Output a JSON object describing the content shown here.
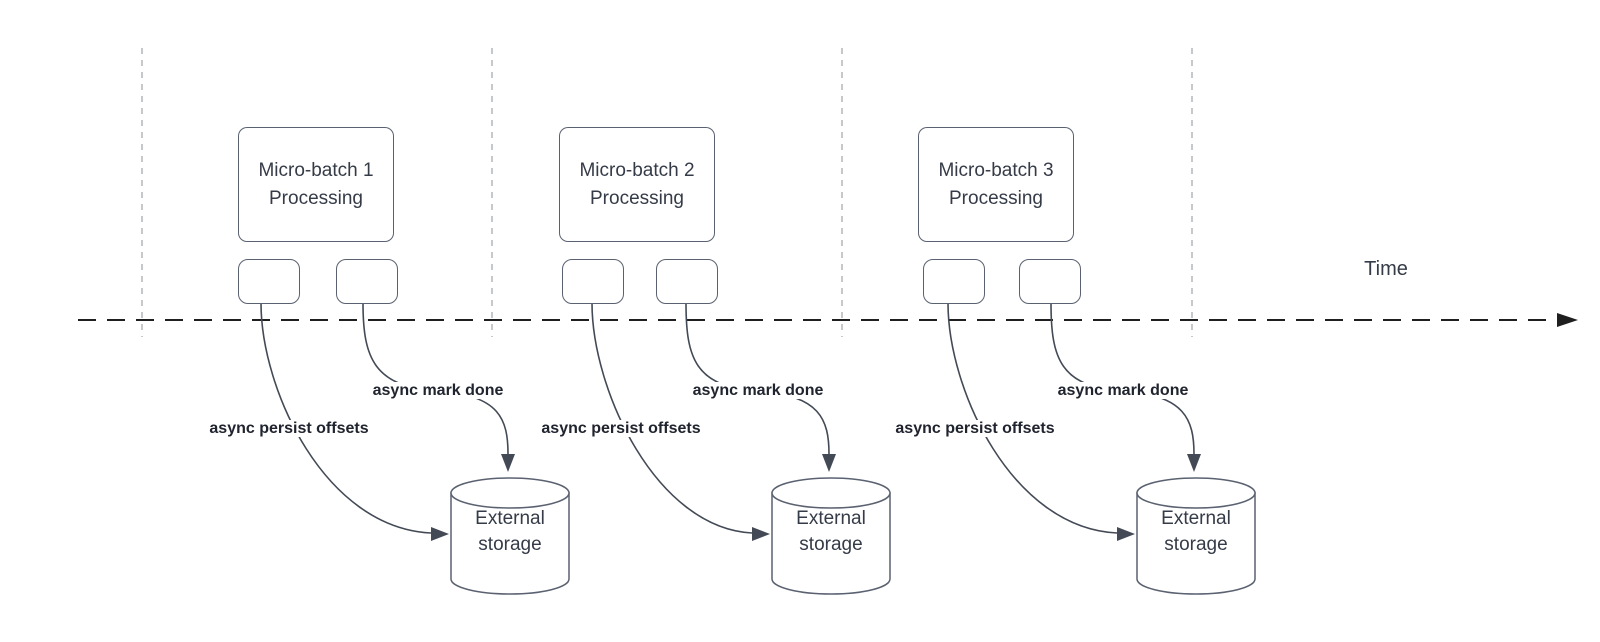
{
  "diagram": {
    "time_axis_label": "Time",
    "batches": [
      {
        "name": "Micro-batch 1",
        "process_label": "Processing",
        "offsets_label": "async persist offsets",
        "done_label": "async mark done",
        "storage_line1": "External",
        "storage_line2": "storage"
      },
      {
        "name": "Micro-batch 2",
        "process_label": "Processing",
        "offsets_label": "async persist offsets",
        "done_label": "async mark done",
        "storage_line1": "External",
        "storage_line2": "storage"
      },
      {
        "name": "Micro-batch 3",
        "process_label": "Processing",
        "offsets_label": "async persist offsets",
        "done_label": "async mark done",
        "storage_line1": "External",
        "storage_line2": "storage"
      }
    ],
    "colors": {
      "background": "#ffffff",
      "shape_stroke": "#5a6170",
      "connector_stroke": "#434a56",
      "shape_text": "#353b47",
      "connector_label_text": "#20242e",
      "time_axis": "#1f1f1f",
      "lane_divider": "#b4b7bc"
    }
  }
}
